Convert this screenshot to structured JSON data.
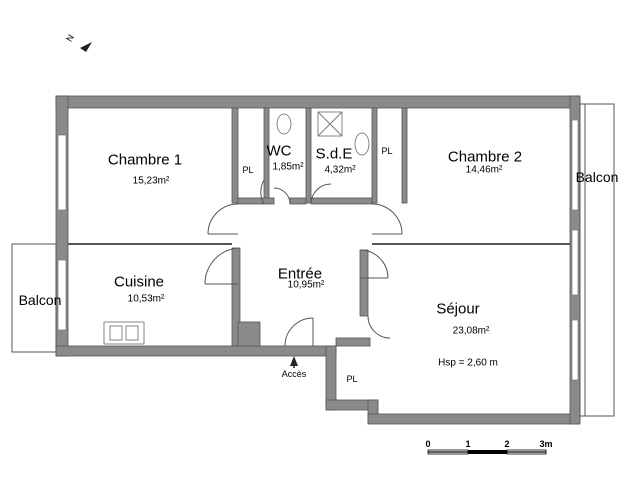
{
  "rooms": {
    "chambre1": {
      "name": "Chambre 1",
      "area": "15,23m²"
    },
    "wc": {
      "name": "WC",
      "area": "1,85m²"
    },
    "sde": {
      "name": "S.d.E",
      "area": "4,32m²"
    },
    "chambre2": {
      "name": "Chambre 2",
      "area": "14,46m²"
    },
    "cuisine": {
      "name": "Cuisine",
      "area": "10,53m²"
    },
    "entree": {
      "name": "Entrée",
      "area": "10,95m²"
    },
    "sejour": {
      "name": "Séjour",
      "area": "23,08m²",
      "height_note": "Hsp = 2,60 m"
    }
  },
  "balconies": {
    "left": "Balcon",
    "right": "Balcon"
  },
  "placards": [
    "PL",
    "PL",
    "PL"
  ],
  "entrance_label": "Accès",
  "compass_letter": "N",
  "scale": {
    "ticks": [
      "0",
      "1",
      "2",
      "3m"
    ]
  },
  "colors": {
    "wall": "#8a8a8a",
    "line": "#555555"
  },
  "icons": [
    "north-arrow-icon",
    "entrance-arrow-icon"
  ]
}
